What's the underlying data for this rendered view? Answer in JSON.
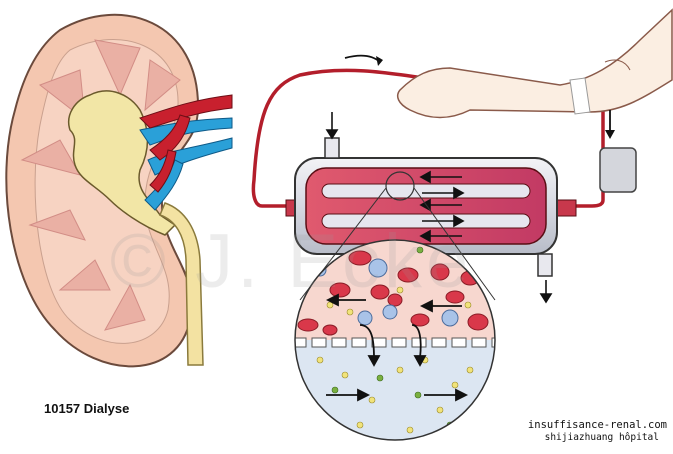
{
  "caption": "10157 Dialyse",
  "credit": {
    "line1": "insuffisance-renal.com",
    "line2": "shijiazhuang hôpital"
  },
  "watermark": "© J. Ecke",
  "colors": {
    "blood": "#c8202e",
    "vein": "#2aa0d8",
    "kidney_tissue": "#f4c7b0",
    "pelvis": "#f2e6a6",
    "ureter": "#f3e2a2",
    "dialyzer_blood": "#e0607a",
    "dialysate": "#dce6f2",
    "skin": "#fbeee2"
  }
}
